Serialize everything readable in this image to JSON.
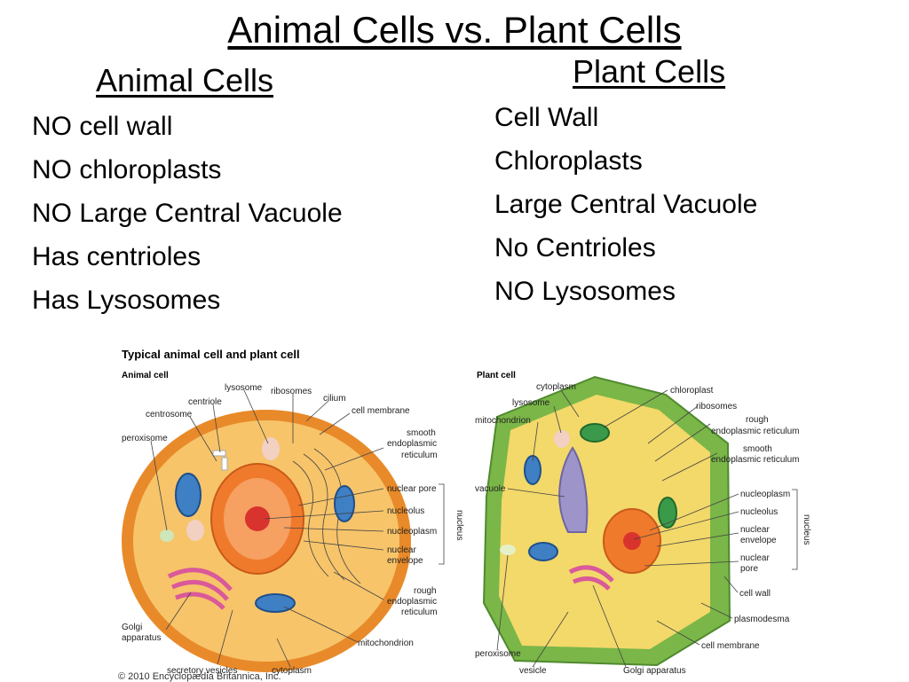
{
  "title": "Animal Cells vs. Plant Cells",
  "animal": {
    "heading": "Animal Cells",
    "facts": [
      "NO cell wall",
      "NO chloroplasts",
      "NO Large Central Vacuole",
      "Has centrioles",
      "Has Lysosomes"
    ]
  },
  "plant": {
    "heading": "Plant Cells",
    "facts": [
      "Cell Wall",
      "Chloroplasts",
      "Large Central Vacuole",
      "No Centrioles",
      "NO Lysosomes"
    ]
  },
  "figure": {
    "title": "Typical animal cell and plant cell",
    "animal_label": "Animal cell",
    "plant_label": "Plant cell",
    "copyright": "© 2010 Encyclopædia Britannica, Inc.",
    "animal_parts": [
      "lysosome",
      "ribosomes",
      "centriole",
      "cilium",
      "centrosome",
      "cell membrane",
      "peroxisome",
      "smooth",
      "endoplasmic",
      "reticulum",
      "nuclear pore",
      "nucleolus",
      "nucleoplasm",
      "nuclear",
      "envelope",
      "rough",
      "endoplasmic",
      "reticulum",
      "Golgi",
      "apparatus",
      "mitochondrion",
      "secretory vesicles",
      "cytoplasm"
    ],
    "animal_bracket": "nucleus",
    "plant_parts": [
      "cytoplasm",
      "chloroplast",
      "lysosome",
      "ribosomes",
      "mitochondrion",
      "rough",
      "endoplasmic reticulum",
      "smooth",
      "endoplasmic reticulum",
      "vacuole",
      "nucleoplasm",
      "nucleolus",
      "nuclear",
      "envelope",
      "nuclear",
      "pore",
      "cell wall",
      "plasmodesma",
      "cell membrane",
      "peroxisome",
      "vesicle",
      "Golgi apparatus"
    ],
    "plant_bracket": "nucleus"
  },
  "colors": {
    "animal_cell": "#f2a441",
    "animal_cytoplasm": "#f7c46a",
    "nucleus": "#f07a2c",
    "plant_wall": "#7ab648",
    "plant_cytoplasm": "#f3d86a",
    "vacuole": "#9d95c9",
    "mitochondrion": "#3f7fc4",
    "chloroplast": "#3a9a4a",
    "golgi": "#d9599a"
  }
}
